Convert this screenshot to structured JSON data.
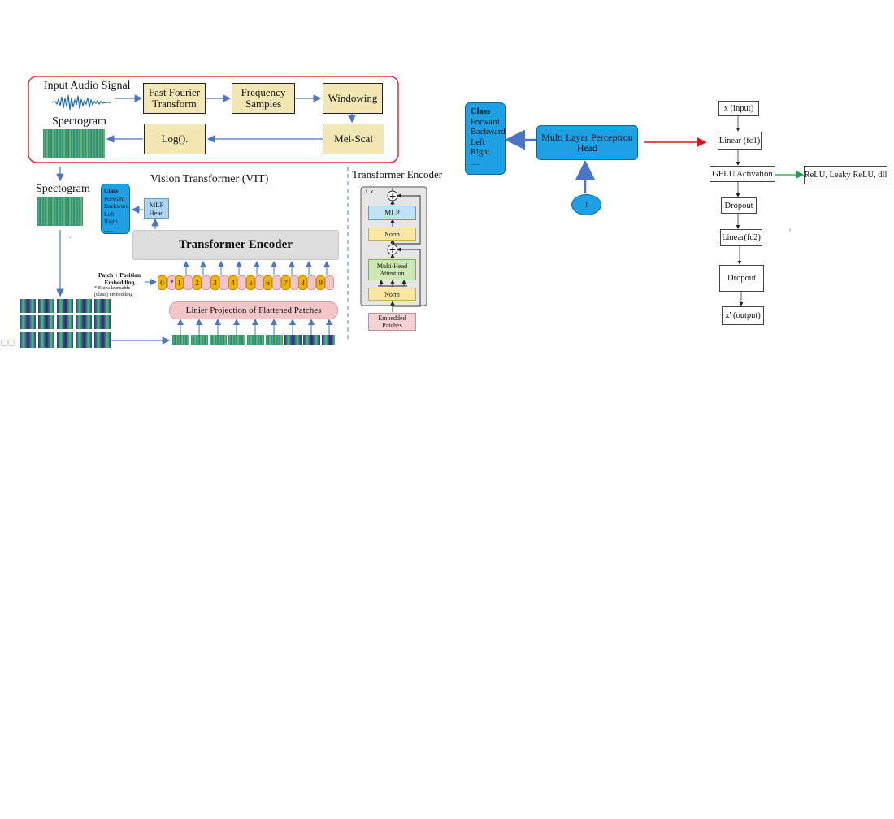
{
  "pipeline": {
    "input_label": "Input Audio Signal",
    "fft": "Fast Fourier Transform",
    "freq": "Frequency Samples",
    "windowing": "Windowing",
    "spectogram_top": "Spectogram",
    "log": "Log().",
    "mel": "Mel-Scal"
  },
  "vit": {
    "spectogram_label": "Spectogram",
    "title": "Vision Transformer (VIT)",
    "encoder": "Transformer Encoder",
    "mlp_head": "MLP Head",
    "class_title": "Class",
    "class_items": [
      "Forward",
      "Backward",
      "Left",
      "Right",
      "......"
    ],
    "patch_embed": "Patch + Position Embedding",
    "extra_note": "* Extra learnable [class] embedding",
    "projection": "Linier Projection of Flattened Patches",
    "tokens": [
      "0",
      "*",
      "1",
      "2",
      "3",
      "4",
      "5",
      "6",
      "7",
      "8",
      "9"
    ]
  },
  "encoder_detail": {
    "title": "Transformer Encoder",
    "lx": "L x",
    "mlp": "MLP",
    "norm1": "Norm",
    "mha": "Multi-Head Attention",
    "norm2": "Norm",
    "embedded": "Embedded Patches"
  },
  "head": {
    "class_title": "Class",
    "class_items": [
      "Forward",
      "Backward",
      "Left",
      "Right",
      "......"
    ],
    "mlp_head": "Multi Layer Perceptron Head",
    "input_node": "I"
  },
  "mlp_flow": {
    "input": "x (input)",
    "fc1": "Linear (fc1)",
    "gelu": "GELU Activation",
    "alt": "ReLU, Leaky ReLU, dll",
    "dropout1": "Dropout",
    "fc2": "Linear(fc2)",
    "dropout2": "Dropout",
    "output": "x' (output)"
  },
  "colors": {
    "red_border": "#e0303a",
    "cls_blue": "#1da0e4",
    "box_tan": "#f3e7b4",
    "arrow_blue": "#4a74c4",
    "red_arrow": "#e01010",
    "green_arrow": "#18a048"
  }
}
